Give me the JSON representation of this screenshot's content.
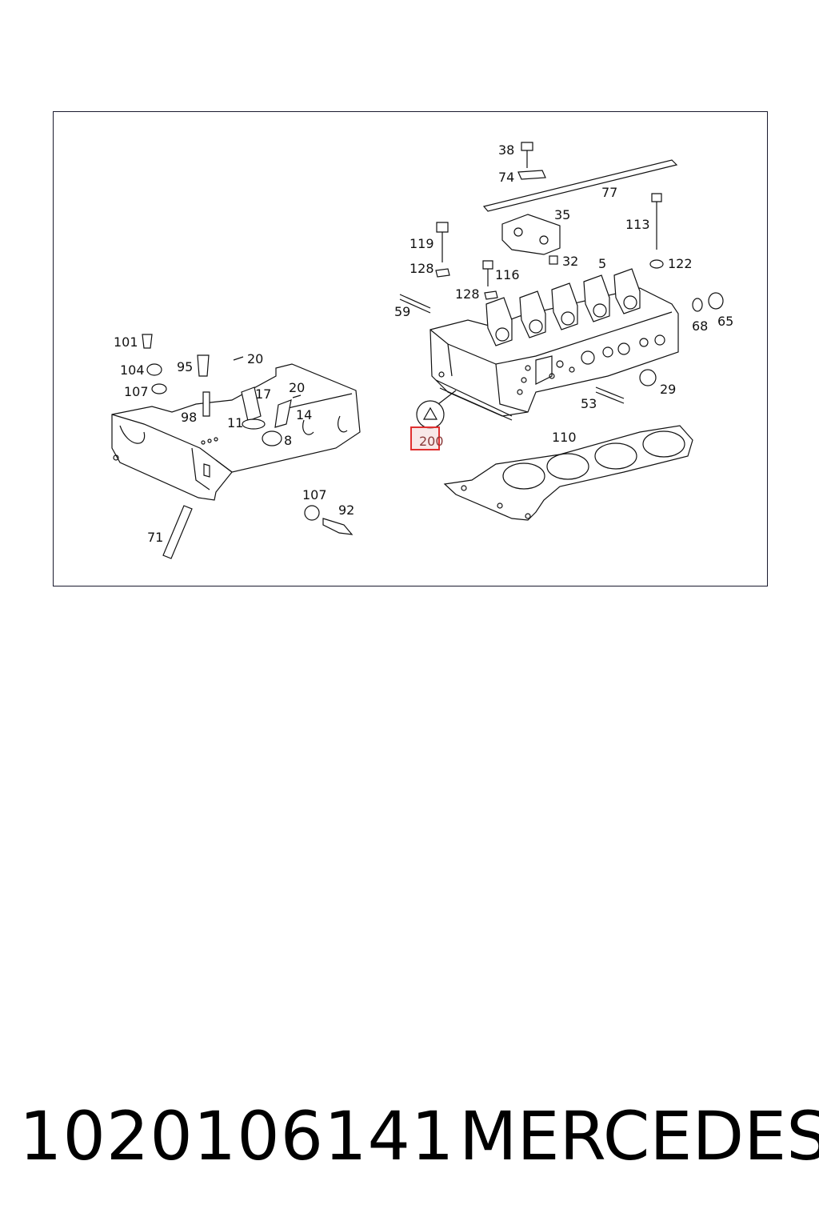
{
  "diagram": {
    "callouts": {
      "c38": "38",
      "c74": "74",
      "c77": "77",
      "c35": "35",
      "c113": "113",
      "c119": "119",
      "c128a": "128",
      "c116": "116",
      "c32": "32",
      "c5": "5",
      "c122": "122",
      "c128b": "128",
      "c59": "59",
      "c68": "68",
      "c65": "65",
      "c101": "101",
      "c95": "95",
      "c20a": "20",
      "c104": "104",
      "c17": "17",
      "c20b": "20",
      "c107a": "107",
      "c98": "98",
      "c14": "14",
      "c11": "11",
      "c8": "8",
      "c29": "29",
      "c53": "53",
      "c200": "200",
      "c110": "110",
      "c107b": "107",
      "c92": "92",
      "c71": "71"
    },
    "highlighted_callout": "200",
    "highlight_color": "#e03030"
  },
  "footer": {
    "part_number": "1020106141",
    "brand": "MERCEDES"
  }
}
